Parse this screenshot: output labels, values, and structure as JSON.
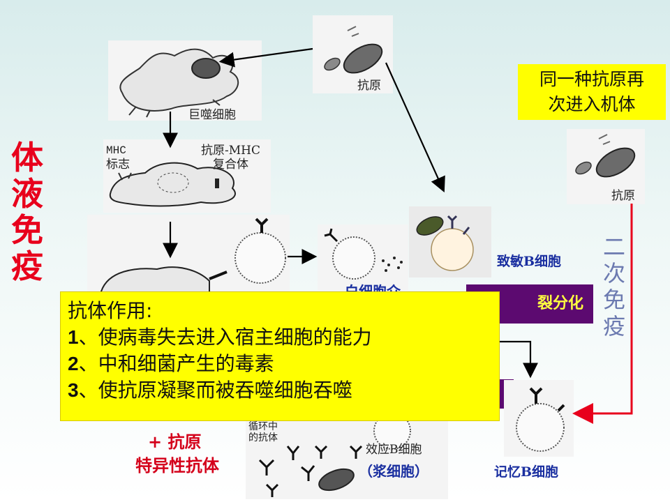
{
  "title_chars": [
    "体",
    "液",
    "免",
    "疫"
  ],
  "secondary_chars": [
    "二",
    "次",
    "免",
    "疫"
  ],
  "labels": {
    "antigen_top": "抗原",
    "macrophage": "巨噬细胞",
    "mhc_marker_line1": "MHC",
    "mhc_marker_line2": "标志",
    "complex_line1": "抗原-MHC",
    "complex_line2": "复合体",
    "antigen_right": "抗原",
    "sensitized_b": "致敏B细胞",
    "white_cell_partial": "白细胞介",
    "division_partial": "裂分化",
    "circulating_line1": "循环中",
    "circulating_line2": "的抗体",
    "effector_b": "效应B细胞",
    "plasma_cell": "（浆细胞）",
    "memory_b": "记忆B细胞",
    "plus_antigen": "+ 抗原",
    "specific_antibody": "特异性抗体"
  },
  "reentry_box": {
    "line1": "同一种抗原再",
    "line2": "次进入机体"
  },
  "antibody_box": {
    "heading": "抗体作用:",
    "items": [
      {
        "num": "1",
        "text": "、使病毒失去进入宿主细胞的能力"
      },
      {
        "num": "2",
        "text": "、中和细菌产生的毒素"
      },
      {
        "num": "3",
        "text": "、使抗原凝聚而被吞噬细胞吞噬"
      }
    ]
  },
  "colors": {
    "title_red": "#e8001c",
    "secondary_blue": "#6c7ab0",
    "cell_label_blue": "#1a2fa0",
    "highlight_yellow": "#ffff00",
    "division_purple": "#5c0a70",
    "return_arrow_red": "#e8001c"
  }
}
